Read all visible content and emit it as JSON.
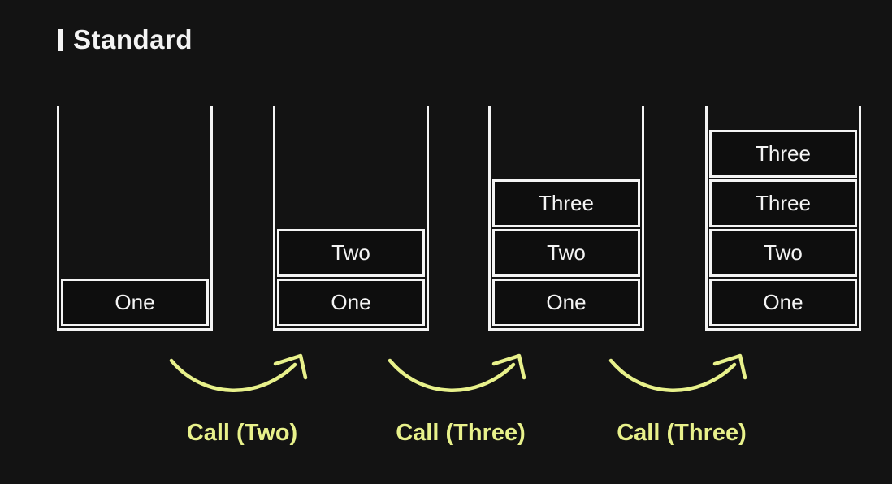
{
  "title": {
    "text": "Standard"
  },
  "colors": {
    "background": "#131313",
    "stroke": "#f4f4f4",
    "accent": "#e8f18b",
    "box_fill": "#0e0e0e"
  },
  "stacks": [
    {
      "name": "stack-1",
      "frames_top_to_bottom": [
        "One"
      ]
    },
    {
      "name": "stack-2",
      "frames_top_to_bottom": [
        "Two",
        "One"
      ]
    },
    {
      "name": "stack-3",
      "frames_top_to_bottom": [
        "Three",
        "Two",
        "One"
      ]
    },
    {
      "name": "stack-4",
      "frames_top_to_bottom": [
        "Three",
        "Three",
        "Two",
        "One"
      ]
    }
  ],
  "transitions": [
    {
      "label": "Call (Two)"
    },
    {
      "label": "Call (Three)"
    },
    {
      "label": "Call (Three)"
    }
  ]
}
